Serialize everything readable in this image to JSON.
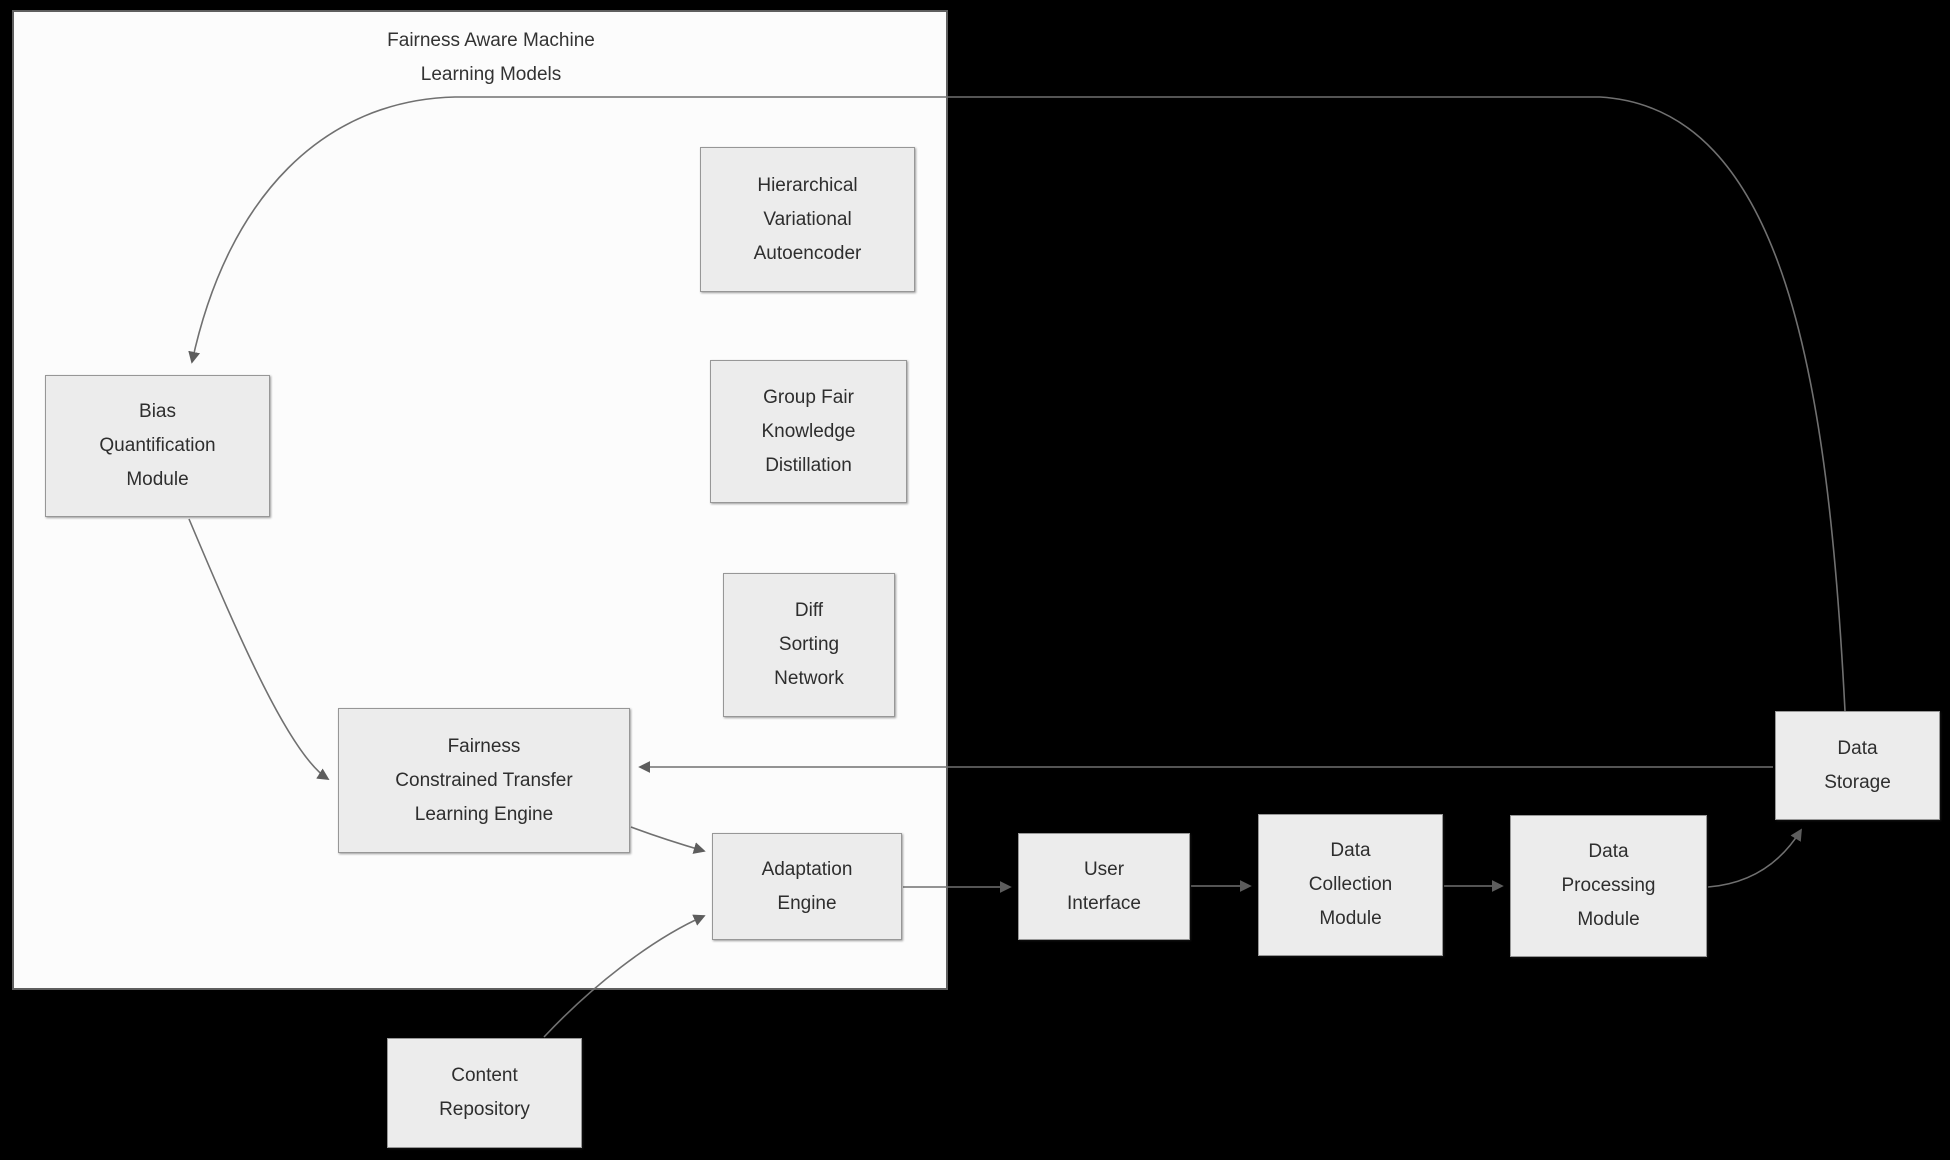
{
  "diagram": {
    "frame_title": "Fairness Aware Machine\nLearning Models",
    "nodes": {
      "hierarchical_variational_autoencoder": {
        "label": "Hierarchical\nVariational\nAutoencoder"
      },
      "group_fair_knowledge_distillation": {
        "label": "Group Fair\nKnowledge\nDistillation"
      },
      "diff_sorting_network": {
        "label": "Diff\nSorting\nNetwork"
      },
      "bias_quantification_module": {
        "label": "Bias\nQuantification\nModule"
      },
      "fairness_constrained_transfer_learning_engine": {
        "label": "Fairness\nConstrained Transfer\nLearning Engine"
      },
      "adaptation_engine": {
        "label": "Adaptation\nEngine"
      },
      "user_interface": {
        "label": "User\nInterface"
      },
      "data_collection_module": {
        "label": "Data\nCollection\nModule"
      },
      "data_processing_module": {
        "label": "Data\nProcessing\nModule"
      },
      "data_storage": {
        "label": "Data\nStorage"
      },
      "content_repository": {
        "label": "Content\nRepository"
      }
    },
    "edges": [
      {
        "from": "Data Storage",
        "to": "Bias Quantification Module"
      },
      {
        "from": "Bias Quantification Module",
        "to": "Fairness Constrained Transfer Learning Engine"
      },
      {
        "from": "Data Storage",
        "to": "Fairness Constrained Transfer Learning Engine"
      },
      {
        "from": "Fairness Constrained Transfer Learning Engine",
        "to": "Adaptation Engine"
      },
      {
        "from": "Content Repository",
        "to": "Adaptation Engine"
      },
      {
        "from": "Adaptation Engine",
        "to": "User Interface"
      },
      {
        "from": "User Interface",
        "to": "Data Collection Module"
      },
      {
        "from": "Data Collection Module",
        "to": "Data Processing Module"
      },
      {
        "from": "Data Processing Module",
        "to": "Data Storage"
      }
    ],
    "colors": {
      "background": "#000000",
      "frame_fill": "#fcfcfc",
      "node_fill": "#ececec",
      "node_border": "#979797",
      "edge_stroke": "#707070",
      "text": "#2e2e2e"
    }
  }
}
